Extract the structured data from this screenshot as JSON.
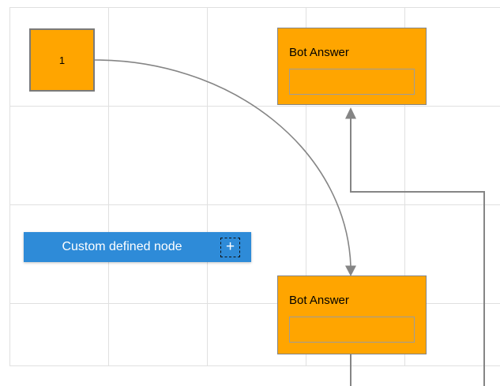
{
  "colors": {
    "node-orange": "#FFA500",
    "square-border": "#7a7a7a",
    "node-border": "#848484",
    "inner-border": "#9c9c9c",
    "accent-blue": "#2E8BD8",
    "connector": "#858585",
    "grid": "#e0e0e0",
    "canvas-bg": "#ffffff",
    "text-dark": "#000000",
    "text-light": "#ffffff"
  },
  "nodes": {
    "start_node": {
      "label": "1"
    },
    "bot_answer_top": {
      "title": "Bot Answer",
      "input_value": ""
    },
    "bot_answer_bottom": {
      "title": "Bot Answer",
      "input_value": ""
    },
    "custom_node": {
      "label": "Custom defined node",
      "add_icon": "+"
    }
  }
}
